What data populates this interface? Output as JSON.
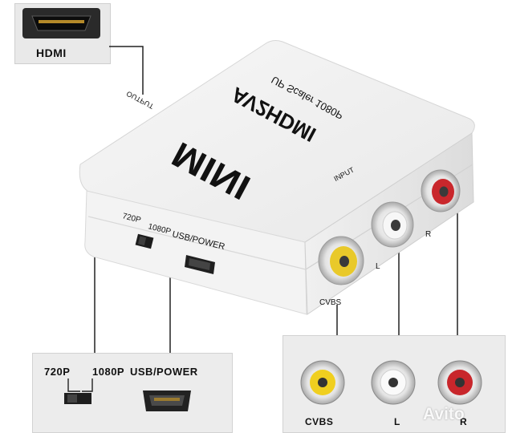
{
  "callouts": {
    "hdmi": "HDMI",
    "switch_720": "720P",
    "switch_1080": "1080P",
    "usb_power": "USB/POWER",
    "cvbs": "CVBS",
    "left": "L",
    "right": "R"
  },
  "device": {
    "brand": "MINI",
    "model": "AV2HDMI",
    "subtitle": "UP Scaler 1080P",
    "output_label": "OUTPUT",
    "input_label": "INPUT",
    "port_720": "720P",
    "port_1080": "1080P",
    "port_usb": "USB/POWER",
    "port_cvbs": "CVBS",
    "port_l": "L",
    "port_r": "R"
  },
  "watermark": "Avito",
  "colors": {
    "yellow_jack": "#f2d21c",
    "white_jack": "#f5f5f5",
    "red_jack": "#c8262b",
    "device_body": "#f4f4f4"
  }
}
